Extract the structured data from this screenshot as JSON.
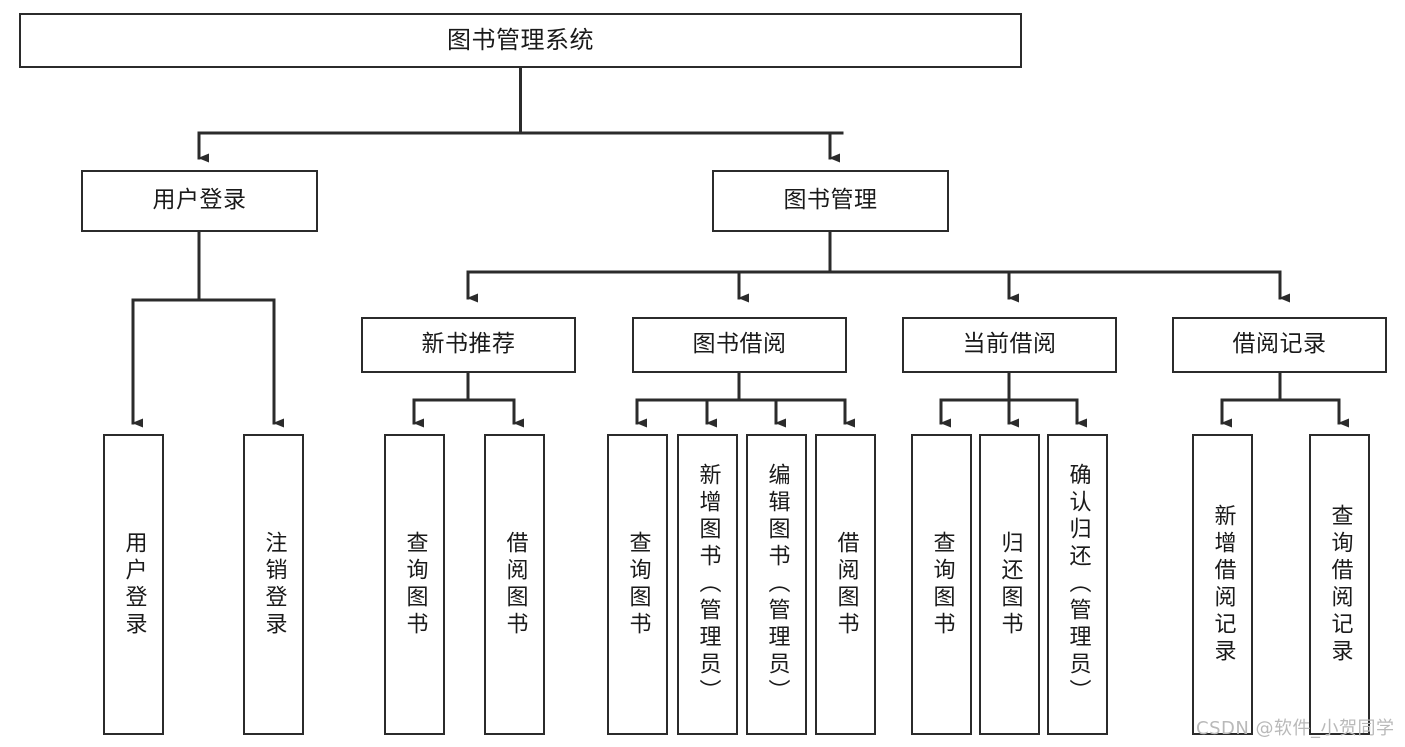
{
  "diagram": {
    "title": "图书管理系统",
    "type": "tree-hierarchy",
    "watermark": "CSDN @软件_小贺同学",
    "colors": {
      "stroke": "#2b2b2b",
      "fill": "#ffffff",
      "text": "#1a1a1a",
      "watermark": "#b9b9b9"
    },
    "levels": {
      "level1": [
        {
          "id": "root",
          "label": "图书管理系统"
        }
      ],
      "level2": [
        {
          "id": "user-login",
          "label": "用户登录"
        },
        {
          "id": "book-manage",
          "label": "图书管理"
        }
      ],
      "level3": [
        {
          "id": "new-book-rec",
          "label": "新书推荐",
          "parent": "book-manage"
        },
        {
          "id": "book-borrow",
          "label": "图书借阅",
          "parent": "book-manage"
        },
        {
          "id": "current-borrow",
          "label": "当前借阅",
          "parent": "book-manage"
        },
        {
          "id": "borrow-record",
          "label": "借阅记录",
          "parent": "book-manage"
        }
      ],
      "level4": [
        {
          "id": "leaf-user-login",
          "label": "用户登录",
          "parent": "user-login"
        },
        {
          "id": "leaf-logout",
          "label": "注销登录",
          "parent": "user-login"
        },
        {
          "id": "leaf-query-book-1",
          "label": "查询图书",
          "parent": "new-book-rec"
        },
        {
          "id": "leaf-borrow-book-1",
          "label": "借阅图书",
          "parent": "new-book-rec"
        },
        {
          "id": "leaf-query-book-2",
          "label": "查询图书",
          "parent": "book-borrow"
        },
        {
          "id": "leaf-add-book",
          "label": "新增图书（管理员）",
          "parent": "book-borrow"
        },
        {
          "id": "leaf-edit-book",
          "label": "编辑图书（管理员）",
          "parent": "book-borrow"
        },
        {
          "id": "leaf-borrow-book-2",
          "label": "借阅图书",
          "parent": "book-borrow"
        },
        {
          "id": "leaf-query-book-3",
          "label": "查询图书",
          "parent": "current-borrow"
        },
        {
          "id": "leaf-return-book",
          "label": "归还图书",
          "parent": "current-borrow"
        },
        {
          "id": "leaf-confirm-return",
          "label": "确认归还（管理员）",
          "parent": "current-borrow"
        },
        {
          "id": "leaf-add-record",
          "label": "新增借阅记录",
          "parent": "borrow-record"
        },
        {
          "id": "leaf-query-record",
          "label": "查询借阅记录",
          "parent": "borrow-record"
        }
      ]
    }
  }
}
